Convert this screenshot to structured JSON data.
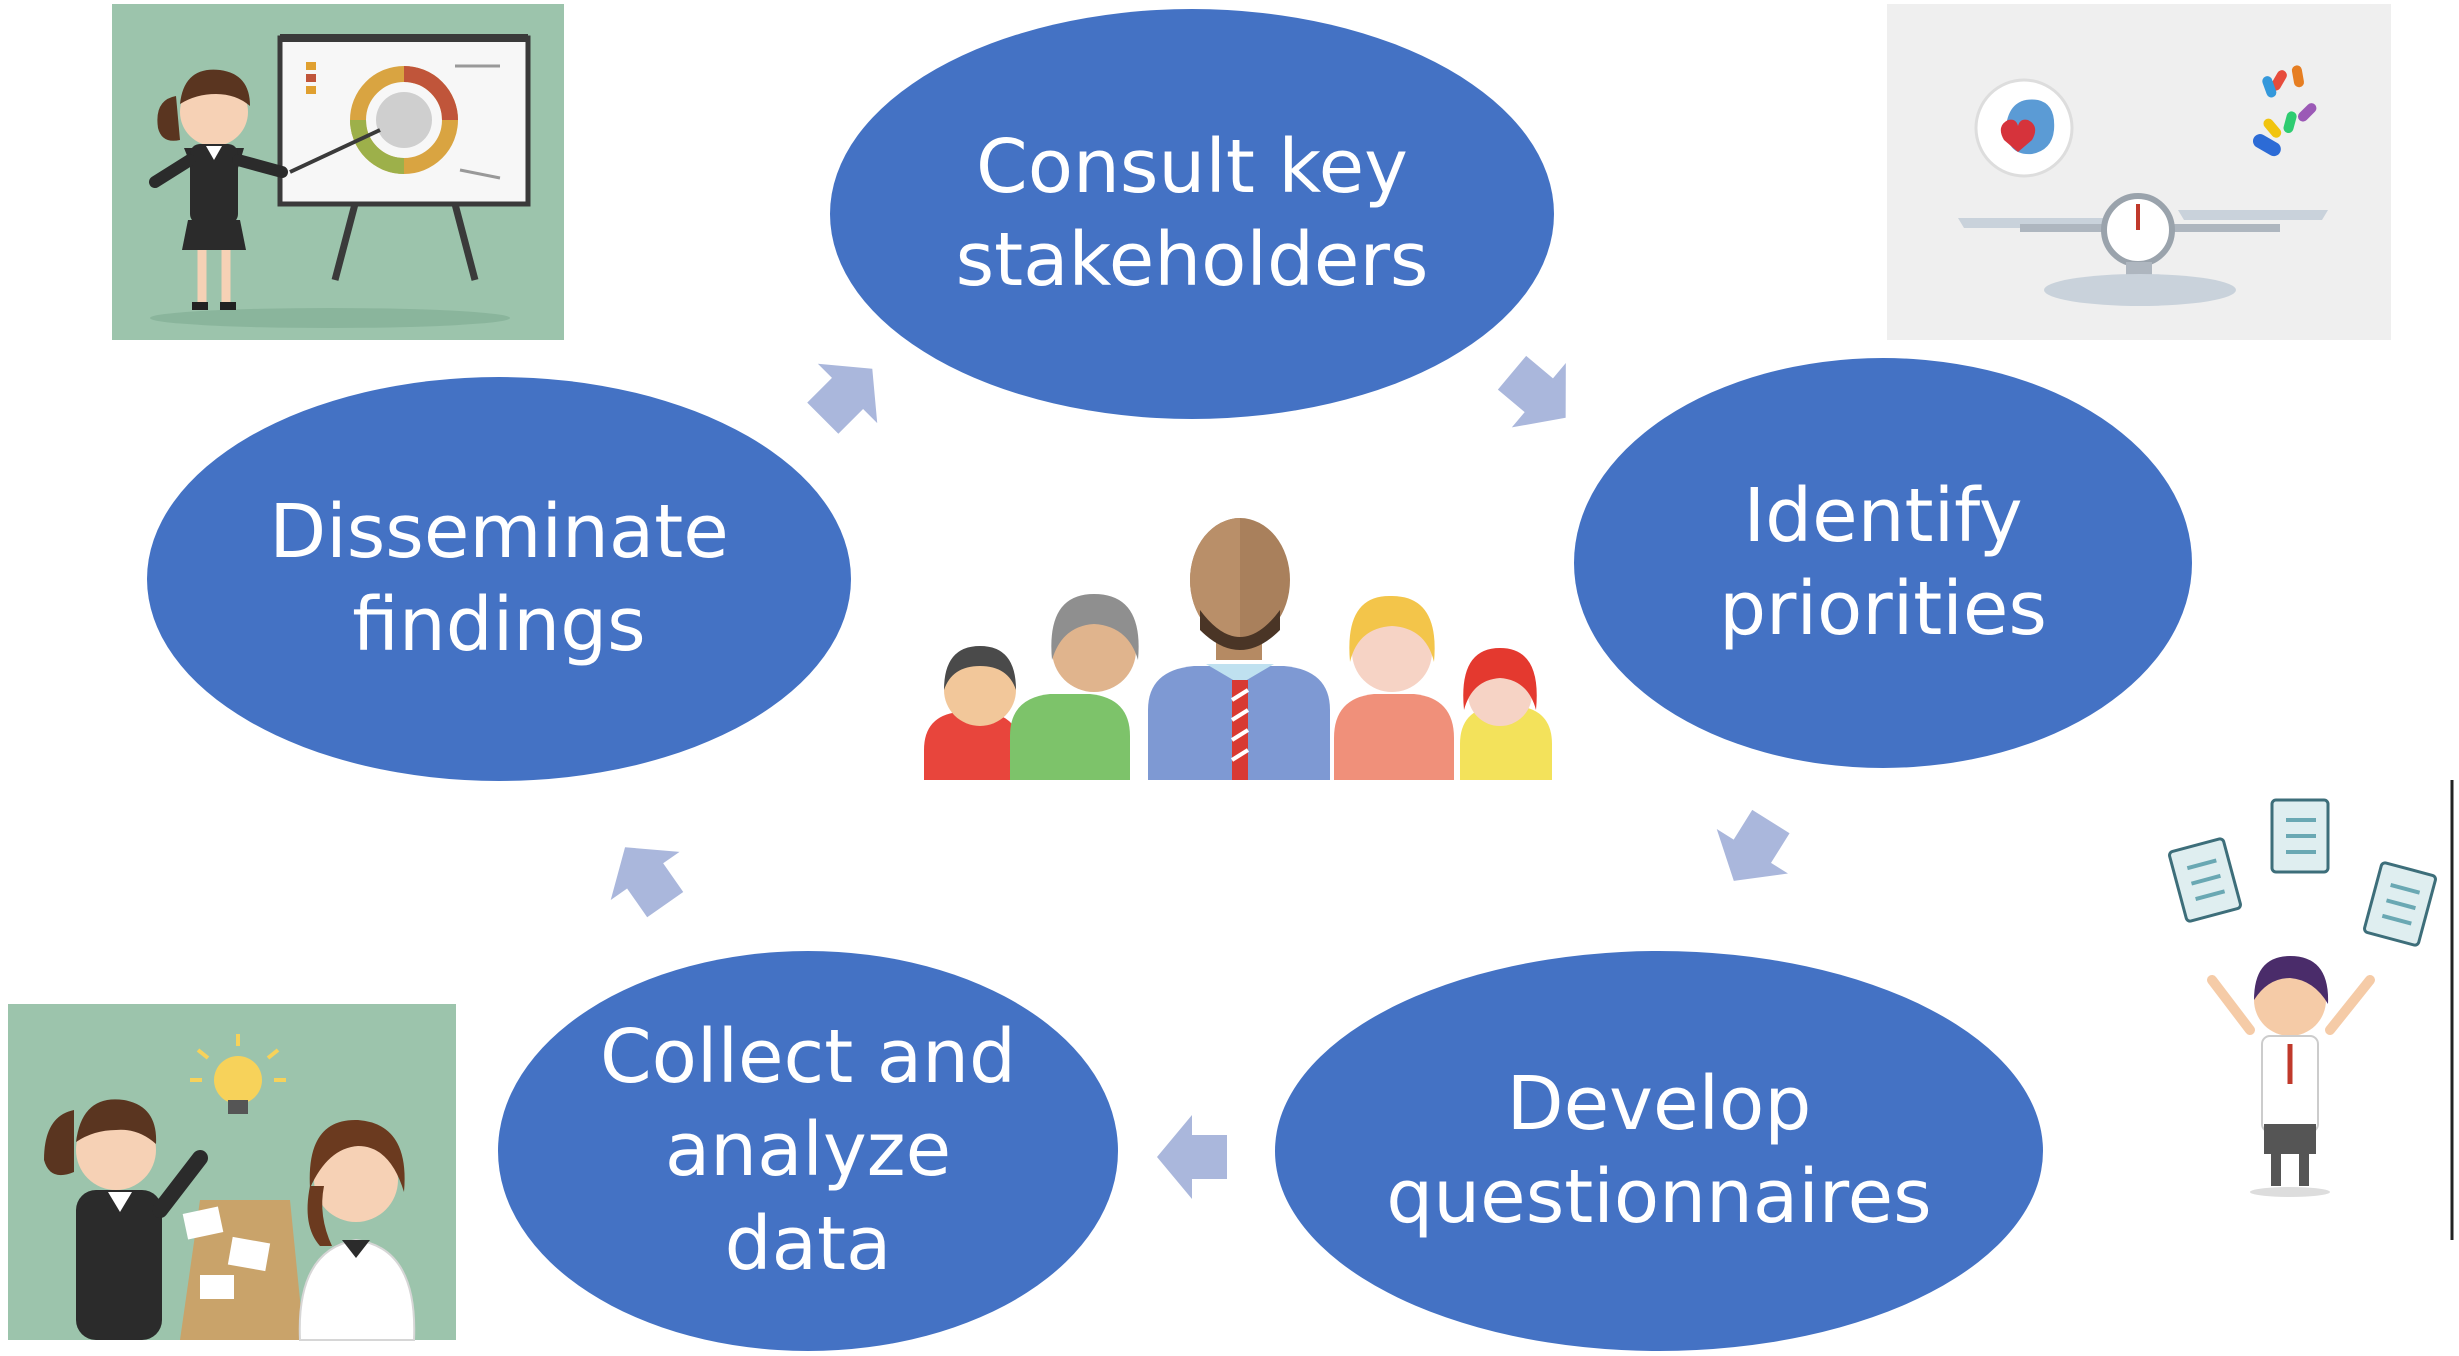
{
  "diagram": {
    "nodes": [
      {
        "id": "consult",
        "label": "Consult key\nstakeholders"
      },
      {
        "id": "identify",
        "label": "Identify\npriorities"
      },
      {
        "id": "develop",
        "label": "Develop\nquestionnaires"
      },
      {
        "id": "collect",
        "label": "Collect and\nanalyze\ndata"
      },
      {
        "id": "disseminate",
        "label": "Disseminate\nfindings"
      }
    ],
    "cycle_direction": "clockwise",
    "illustrations": [
      "presentation-easel-illustration",
      "health-scale-illustration",
      "checklists-juggling-illustration",
      "brainstorm-lightbulb-illustration",
      "diverse-people-group-illustration"
    ]
  },
  "colors": {
    "node_fill": "#4472c4",
    "node_text": "#ffffff",
    "arrow_fill": "#aab7dc"
  }
}
